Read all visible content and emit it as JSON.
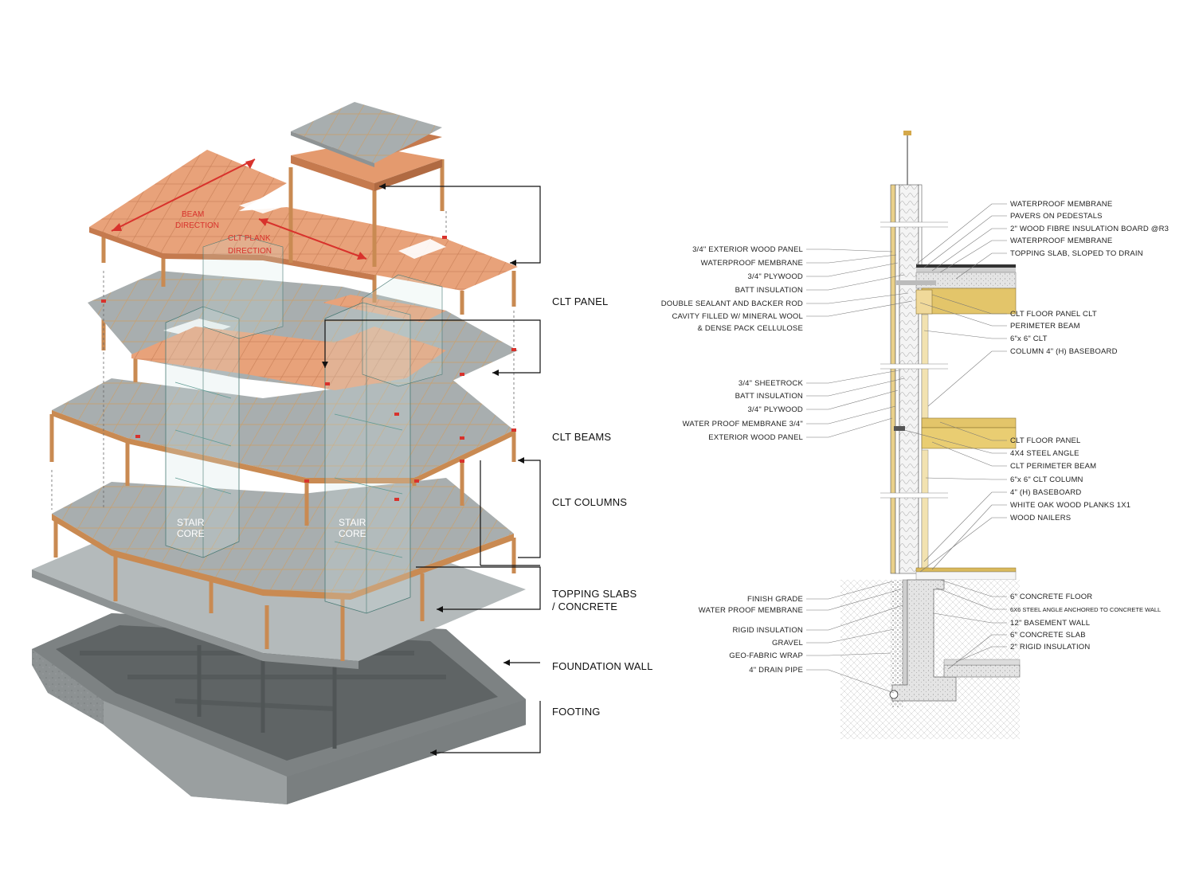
{
  "axon": {
    "labels": [
      {
        "id": "clt-panel",
        "text": "CLT PANEL"
      },
      {
        "id": "clt-beams",
        "text": "CLT BEAMS"
      },
      {
        "id": "clt-columns",
        "text": "CLT COLUMNS"
      },
      {
        "id": "topping-1",
        "text": "TOPPING SLABS"
      },
      {
        "id": "topping-2",
        "text": "/ CONCRETE"
      },
      {
        "id": "foundation-wall",
        "text": "FOUNDATION WALL"
      },
      {
        "id": "footing",
        "text": "FOOTING"
      }
    ],
    "beam_direction": [
      "BEAM",
      "DIRECTION"
    ],
    "plank_direction": [
      "CLT PLANK",
      "DIRECTION"
    ],
    "stair_core": [
      "STAIR",
      "CORE"
    ]
  },
  "section": {
    "left_labels": [
      "3/4\" EXTERIOR WOOD PANEL",
      "WATERPROOF MEMBRANE",
      "3/4\" PLYWOOD",
      "BATT INSULATION",
      "DOUBLE SEALANT AND BACKER ROD",
      "CAVITY FILLED W/ MINERAL WOOL",
      "& DENSE PACK CELLULOSE",
      "3/4\" SHEETROCK",
      "BATT INSULATION",
      "3/4\" PLYWOOD",
      "WATER PROOF MEMBRANE 3/4\"",
      "EXTERIOR WOOD PANEL",
      "FINISH GRADE",
      "WATER PROOF MEMBRANE",
      "RIGID INSULATION",
      "GRAVEL",
      "GEO-FABRIC WRAP",
      "4\" DRAIN PIPE"
    ],
    "right_labels": [
      "WATERPROOF MEMBRANE",
      "PAVERS ON PEDESTALS",
      "2\" WOOD FIBRE INSULATION BOARD @R3",
      "WATERPROOF MEMBRANE",
      "TOPPING SLAB, SLOPED TO DRAIN",
      "CLT FLOOR PANEL CLT",
      "PERIMETER BEAM",
      "6\"x 6\" CLT",
      "COLUMN 4\" (H) BASEBOARD",
      "CLT FLOOR PANEL",
      "4X4 STEEL ANGLE",
      "CLT PERIMETER BEAM",
      "6\"x 6\" CLT COLUMN",
      "4\" (H) BASEBOARD",
      "WHITE OAK  WOOD PLANKS 1X1",
      "WOOD NAILERS",
      "6\" CONCRETE FLOOR",
      "6X6 STEEL ANGLE ANCHORED TO CONCRETE WALL",
      "12\" BASEMENT WALL",
      "6\" CONCRETE SLAB",
      "2\" RIGID INSULATION"
    ]
  },
  "colors": {
    "clt": "#e59a6e",
    "clt_dark": "#c57a4e",
    "wood": "#d8a06a",
    "concrete": "#9aa0a1",
    "concrete_dark": "#6e7374",
    "red": "#d8322c",
    "timber_yellow": "#e9d08a"
  }
}
